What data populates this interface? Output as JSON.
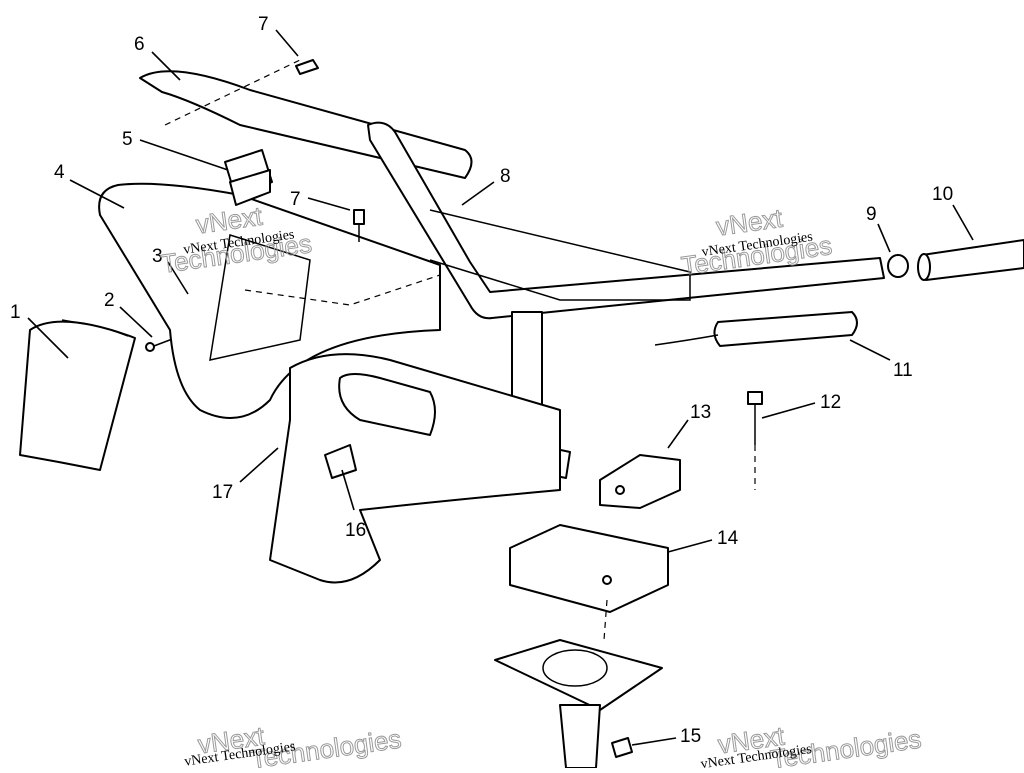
{
  "diagram": {
    "callouts": [
      "1",
      "2",
      "3",
      "4",
      "5",
      "6",
      "7",
      "7",
      "8",
      "9",
      "10",
      "11",
      "12",
      "13",
      "14",
      "15",
      "16",
      "17"
    ],
    "watermarks": {
      "small": "vNext Technologies",
      "big_line1": "vNext",
      "big_line2": "Technologies"
    }
  }
}
